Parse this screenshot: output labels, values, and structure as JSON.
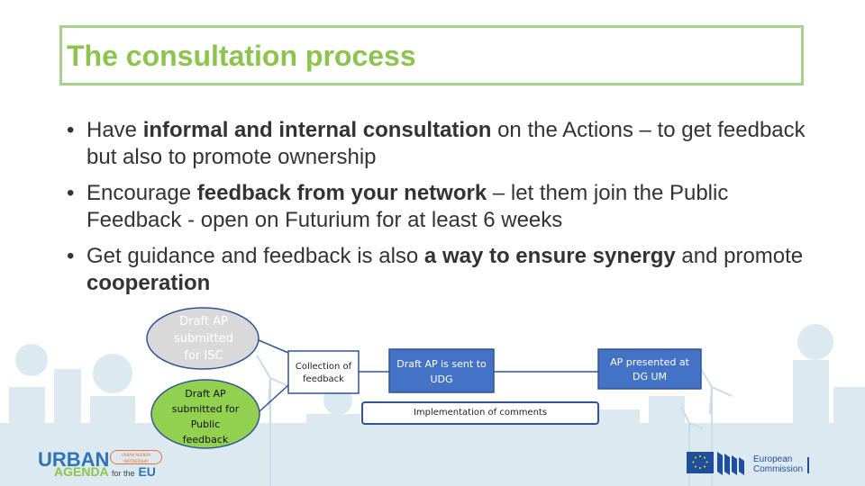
{
  "title": "The consultation process",
  "bullets": [
    {
      "parts": [
        {
          "text": "Have ",
          "bold": false
        },
        {
          "text": "informal and internal consultation",
          "bold": true
        },
        {
          "text": " on the Actions – to get feedback but also to promote ownership",
          "bold": false
        }
      ]
    },
    {
      "parts": [
        {
          "text": "Encourage ",
          "bold": false
        },
        {
          "text": "feedback from your network",
          "bold": true
        },
        {
          "text": " – let them join the Public Feedback - open on Futurium for at least 6 weeks",
          "bold": false
        }
      ]
    },
    {
      "parts": [
        {
          "text": "Get guidance  and feedback is also ",
          "bold": false
        },
        {
          "text": "a way to ensure synergy",
          "bold": true
        },
        {
          "text": " and promote ",
          "bold": false
        },
        {
          "text": "cooperation",
          "bold": true
        }
      ]
    }
  ],
  "diagram": {
    "draft_isc": "Draft AP submitted for ISC",
    "draft_public": "Draft AP submitted for Public feedback",
    "collection": "Collection of feedback",
    "sent_udg": "Draft AP is sent to UDG",
    "implementation": "Implementation of comments",
    "presented": "AP presented at DG UM"
  },
  "logos": {
    "urban": "URBAN",
    "agenda": "AGENDA",
    "agenda_for": "for the",
    "agenda_eu": "EU",
    "tag": "URBAN AGENDA PARTNERSHIP",
    "ec_line1": "European",
    "ec_line2": "Commission"
  },
  "colors": {
    "title": "#8cc44f",
    "frame": "#a9d18e",
    "blue": "#2f5597",
    "box_fill": "#4472c4",
    "skyline": "#d6e6ef"
  }
}
